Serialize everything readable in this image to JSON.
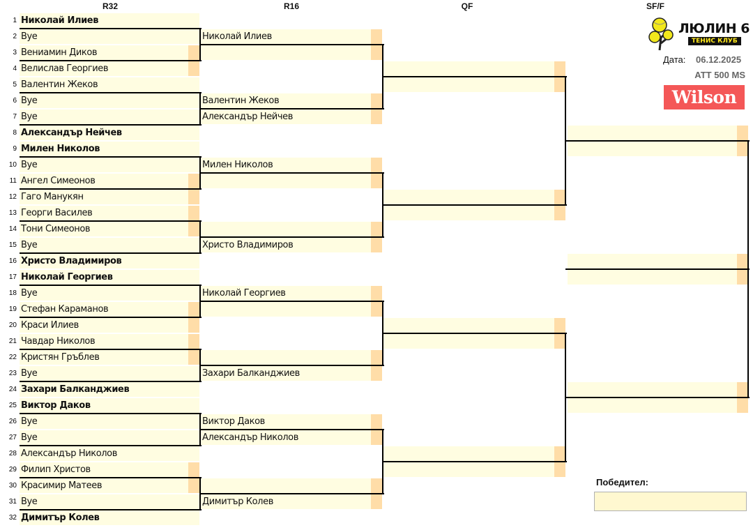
{
  "rounds": [
    "R32",
    "R16",
    "QF",
    "SF/F"
  ],
  "r32": [
    {
      "num": "1",
      "name": "Николай Илиев",
      "bold": true,
      "score": false
    },
    {
      "num": "2",
      "name": "Bye",
      "bold": false,
      "score": false
    },
    {
      "num": "3",
      "name": "Вениамин Диков",
      "bold": false,
      "score": true
    },
    {
      "num": "4",
      "name": "Велислав Георгиев",
      "bold": false,
      "score": true
    },
    {
      "num": "5",
      "name": "Валентин Жеков",
      "bold": false,
      "score": false
    },
    {
      "num": "6",
      "name": "Bye",
      "bold": false,
      "score": false
    },
    {
      "num": "7",
      "name": "Bye",
      "bold": false,
      "score": false
    },
    {
      "num": "8",
      "name": "Александър Нейчев",
      "bold": true,
      "score": false
    },
    {
      "num": "9",
      "name": "Милен Николов",
      "bold": true,
      "score": false
    },
    {
      "num": "10",
      "name": "Bye",
      "bold": false,
      "score": false
    },
    {
      "num": "11",
      "name": "Ангел Симеонов",
      "bold": false,
      "score": true
    },
    {
      "num": "12",
      "name": "Гаго Манукян",
      "bold": false,
      "score": true
    },
    {
      "num": "13",
      "name": "Георги Василев",
      "bold": false,
      "score": true
    },
    {
      "num": "14",
      "name": "Тони Симеонов",
      "bold": false,
      "score": true
    },
    {
      "num": "15",
      "name": "Bye",
      "bold": false,
      "score": false
    },
    {
      "num": "16",
      "name": "Христо Владимиров",
      "bold": true,
      "score": false
    },
    {
      "num": "17",
      "name": "Николай Георгиев",
      "bold": true,
      "score": false
    },
    {
      "num": "18",
      "name": "Bye",
      "bold": false,
      "score": false
    },
    {
      "num": "19",
      "name": "Стефан Караманов",
      "bold": false,
      "score": true
    },
    {
      "num": "20",
      "name": "Краси Илиев",
      "bold": false,
      "score": true
    },
    {
      "num": "21",
      "name": "Чавдар Николов",
      "bold": false,
      "score": true
    },
    {
      "num": "22",
      "name": "Кристян Гръблев",
      "bold": false,
      "score": true
    },
    {
      "num": "23",
      "name": "Bye",
      "bold": false,
      "score": false
    },
    {
      "num": "24",
      "name": "Захари Балканджиев",
      "bold": true,
      "score": false
    },
    {
      "num": "25",
      "name": "Виктор Даков",
      "bold": true,
      "score": false
    },
    {
      "num": "26",
      "name": "Bye",
      "bold": false,
      "score": false
    },
    {
      "num": "27",
      "name": "Bye",
      "bold": false,
      "score": false
    },
    {
      "num": "28",
      "name": "Александър Николов",
      "bold": false,
      "score": false
    },
    {
      "num": "29",
      "name": "Филип Христов",
      "bold": false,
      "score": true
    },
    {
      "num": "30",
      "name": "Красимир Матеев",
      "bold": false,
      "score": true
    },
    {
      "num": "31",
      "name": "Bye",
      "bold": false,
      "score": false
    },
    {
      "num": "32",
      "name": "Димитър Колев",
      "bold": true,
      "score": false
    }
  ],
  "r16": [
    "Николай Илиев",
    "",
    "Валентин Жеков",
    "Александър Нейчев",
    "Милен Николов",
    "",
    "",
    "Христо Владимиров",
    "Николай Георгиев",
    "",
    "",
    "Захари Балканджиев",
    "Виктор Даков",
    "Александър Николов",
    "",
    "Димитър Колев"
  ],
  "qf": [
    "",
    "",
    "",
    "",
    "",
    "",
    "",
    ""
  ],
  "sf": [
    "",
    "",
    "",
    "",
    "",
    ""
  ],
  "club": {
    "name": "ЛЮЛИН 6",
    "subtitle": "ТЕНИС КЛУБ"
  },
  "date_label": "Дата:",
  "date": "06.12.2025",
  "event": "ATT 500 MS",
  "sponsor": "Wilson",
  "winner_label": "Победител:",
  "winner": "",
  "colors": {
    "cell": "#FFFDE1",
    "score": "#FFDDA8",
    "sponsor": "#F45757"
  }
}
